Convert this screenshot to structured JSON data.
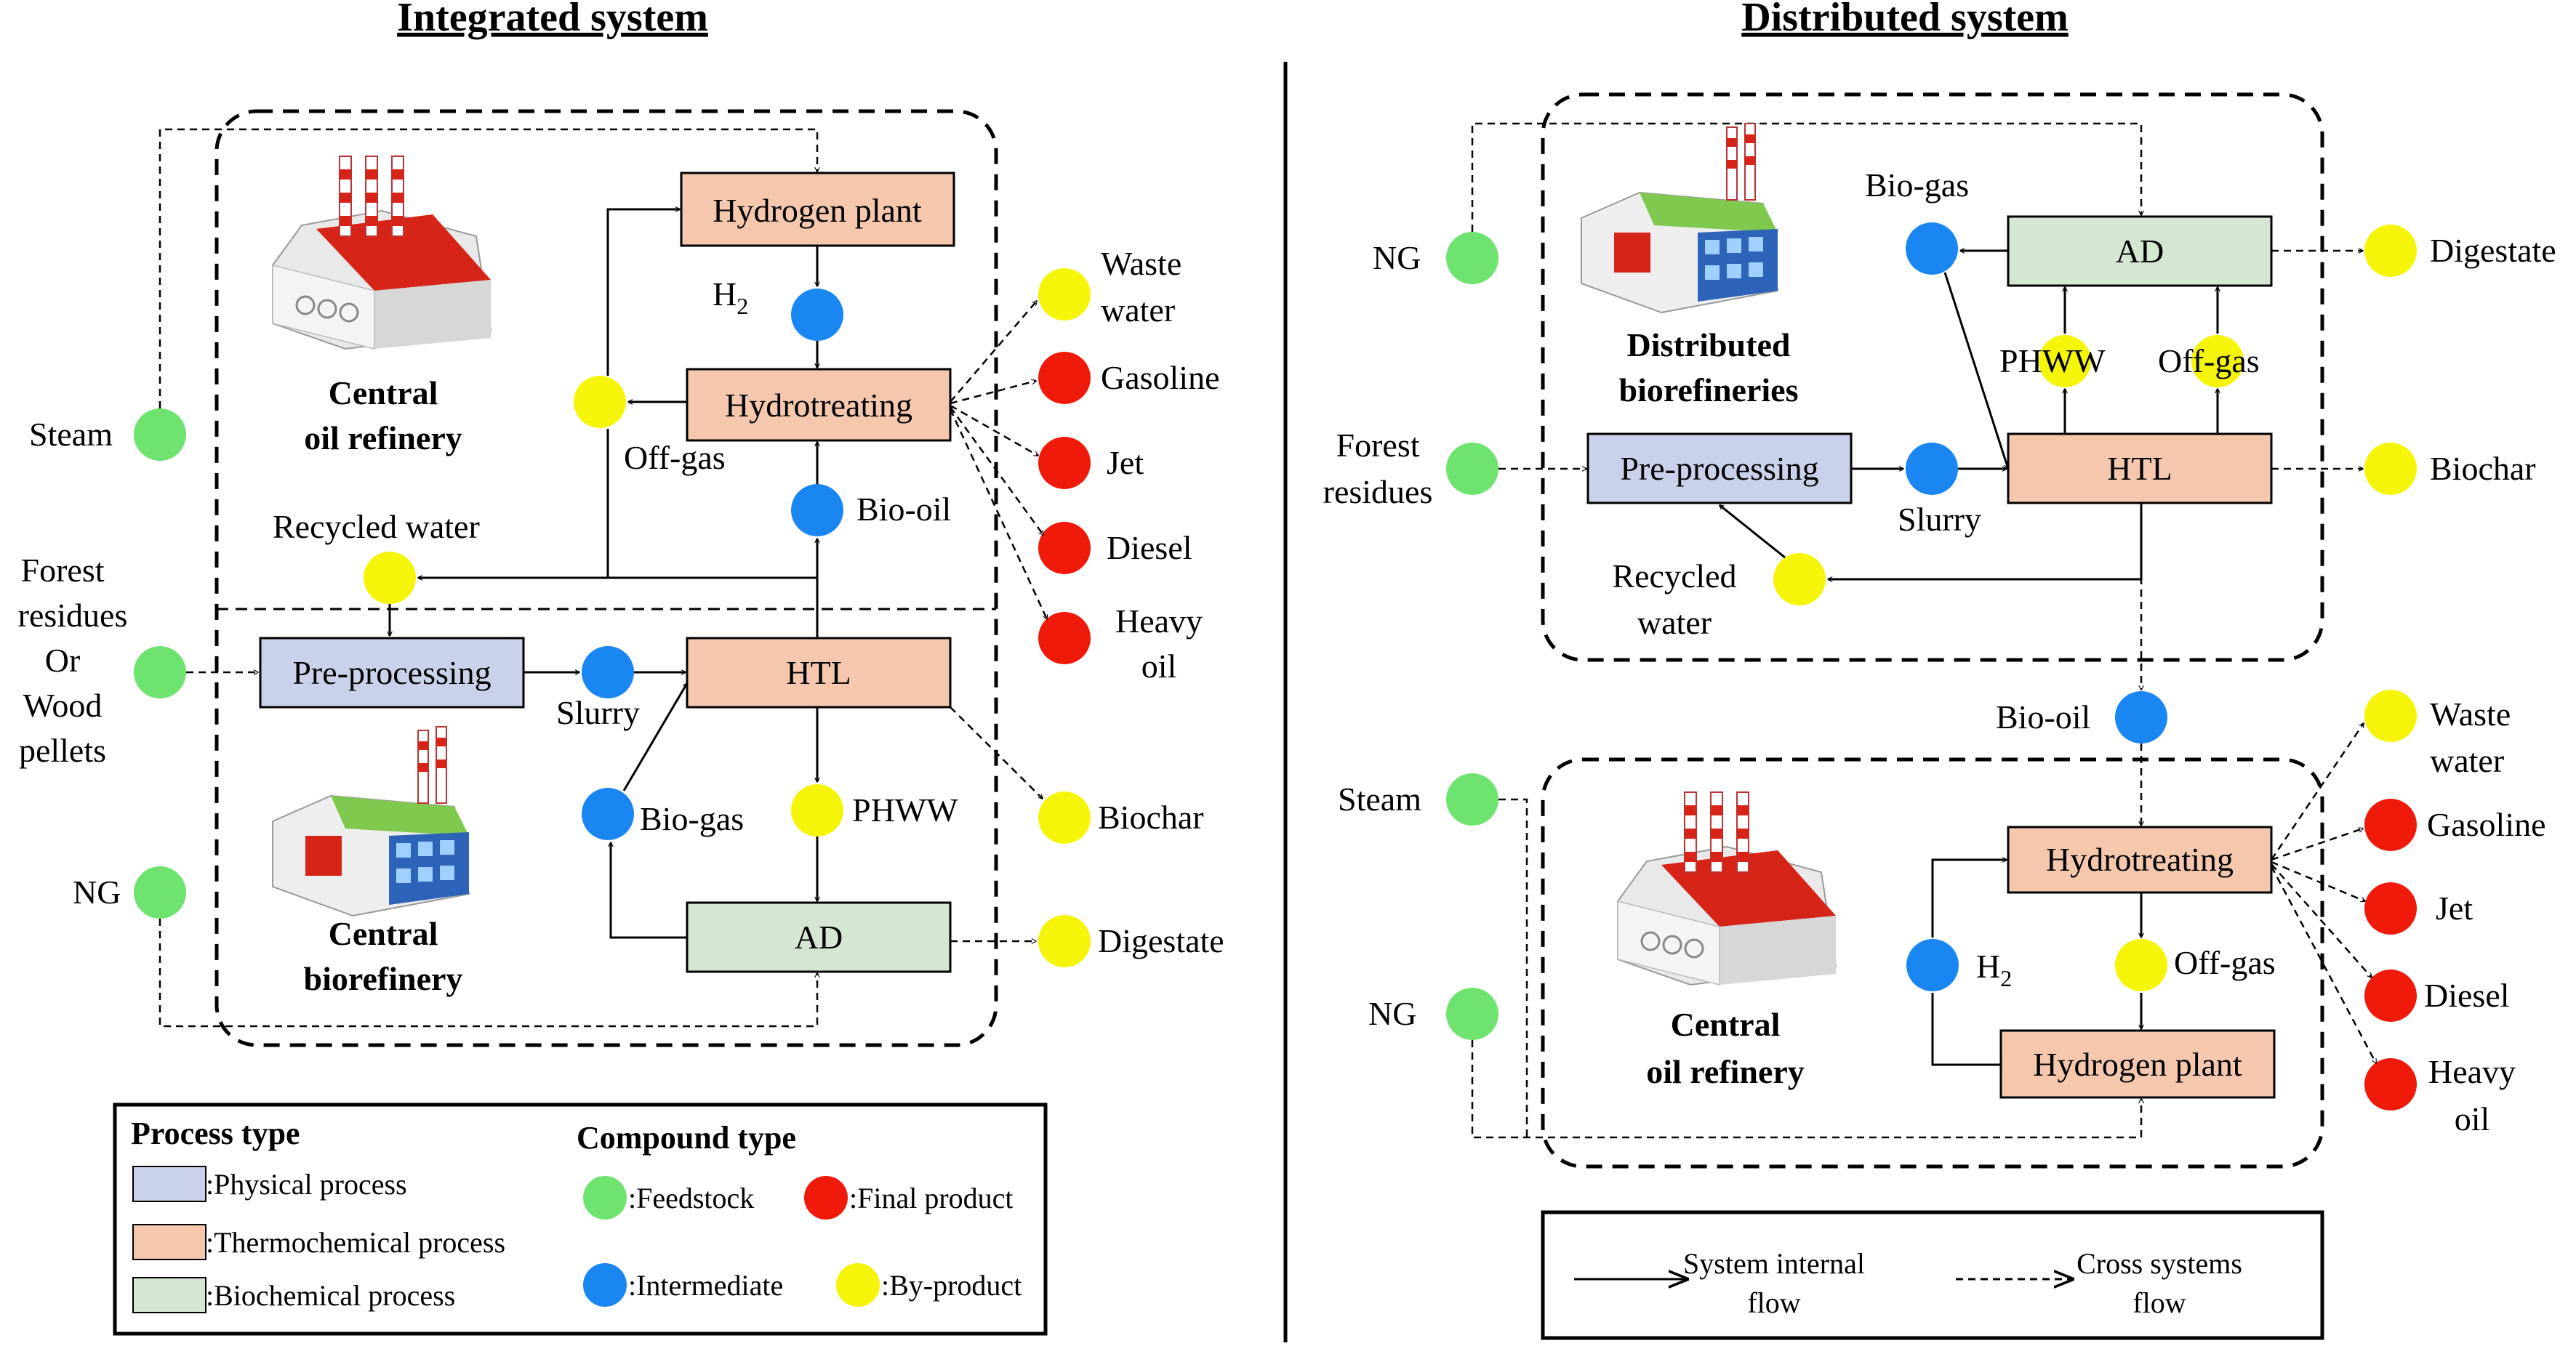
{
  "titles": {
    "left": "Integrated system",
    "right": "Distributed system"
  },
  "colors": {
    "feedstock": "#6fe36f",
    "intermediate": "#1a86f2",
    "final_product": "#f01a0a",
    "by_product": "#f5f50a",
    "physical": "#c9d2ea",
    "thermochemical": "#f5c8ae",
    "biochemical": "#d5e6d2"
  },
  "left": {
    "boxes": {
      "hydrogen_plant": "Hydrogen plant",
      "hydrotreating": "Hydrotreating",
      "pre_processing": "Pre-processing",
      "htl": "HTL",
      "ad": "AD"
    },
    "labels": {
      "h2_main": "H",
      "h2_sub": "2",
      "off_gas": "Off-gas",
      "bio_oil": "Bio-oil",
      "recycled_water": "Recycled water",
      "slurry": "Slurry",
      "bio_gas": "Bio-gas",
      "phww": "PHWW",
      "steam": "Steam",
      "forest_1": "Forest",
      "forest_2": "residues",
      "forest_3": "Or",
      "forest_4": "Wood",
      "forest_5": "pellets",
      "ng": "NG",
      "waste_1": "Waste",
      "waste_2": "water",
      "gasoline": "Gasoline",
      "jet": "Jet",
      "diesel": "Diesel",
      "heavy_1": "Heavy",
      "heavy_2": "oil",
      "biochar": "Biochar",
      "digestate": "Digestate"
    },
    "facilities": {
      "refinery_1": "Central",
      "refinery_2": "oil refinery",
      "biorefinery_1": "Central",
      "biorefinery_2": "biorefinery"
    }
  },
  "right": {
    "boxes": {
      "ad": "AD",
      "pre_processing": "Pre-processing",
      "htl": "HTL",
      "hydrotreating": "Hydrotreating",
      "hydrogen_plant": "Hydrogen plant"
    },
    "labels": {
      "bio_gas": "Bio-gas",
      "digestate": "Digestate",
      "ng_top": "NG",
      "phww": "PHWW",
      "off_gas_top": "Off-gas",
      "forest_1": "Forest",
      "forest_2": "residues",
      "slurry": "Slurry",
      "biochar": "Biochar",
      "recycled_1": "Recycled",
      "recycled_2": "water",
      "bio_oil": "Bio-oil",
      "steam": "Steam",
      "ng_bottom": "NG",
      "h2_main": "H",
      "h2_sub": "2",
      "off_gas_bottom": "Off-gas",
      "waste_1": "Waste",
      "waste_2": "water",
      "gasoline": "Gasoline",
      "jet": "Jet",
      "diesel": "Diesel",
      "heavy_1": "Heavy",
      "heavy_2": "oil"
    },
    "facilities": {
      "distributed_1": "Distributed",
      "distributed_2": "biorefineries",
      "refinery_1": "Central",
      "refinery_2": "oil refinery"
    }
  },
  "legend": {
    "process_type": "Process type",
    "physical": ":Physical process",
    "thermochemical": ":Thermochemical process",
    "biochemical": ":Biochemical process",
    "compound_type": "Compound type",
    "feedstock": ":Feedstock",
    "final_product": ":Final product",
    "intermediate": ":Intermediate",
    "by_product": ":By-product"
  },
  "flow_legend": {
    "internal_1": "System internal",
    "internal_2": "flow",
    "cross_1": "Cross systems",
    "cross_2": "flow"
  }
}
